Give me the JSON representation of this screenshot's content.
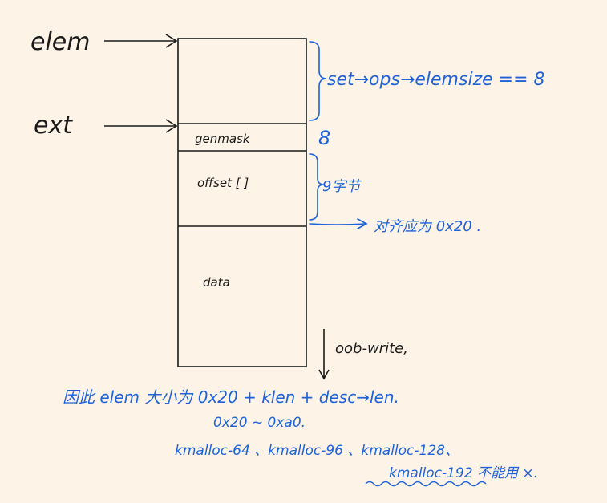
{
  "labels": {
    "elem": "elem",
    "ext": "ext",
    "genmask": "genmask",
    "offset": "offset [ ]",
    "data": "data",
    "set_ops": "set→ops→elemsize == 8",
    "eight": "8",
    "nine_bytes": "9字节",
    "align": "对齐应为 0x20 .",
    "oob": "oob-write,",
    "line1": "因此 elem 大小为 0x20 + klen + desc→len.",
    "line2": "0x20 ~ 0xa0.",
    "line3": "kmalloc-64 、kmalloc-96 、kmalloc-128、",
    "line4": "kmalloc-192 不能用 ×."
  },
  "colors": {
    "black_ink": "#1a1a1a",
    "blue_ink": "#1e62d8",
    "background": "#fdf3e6"
  }
}
